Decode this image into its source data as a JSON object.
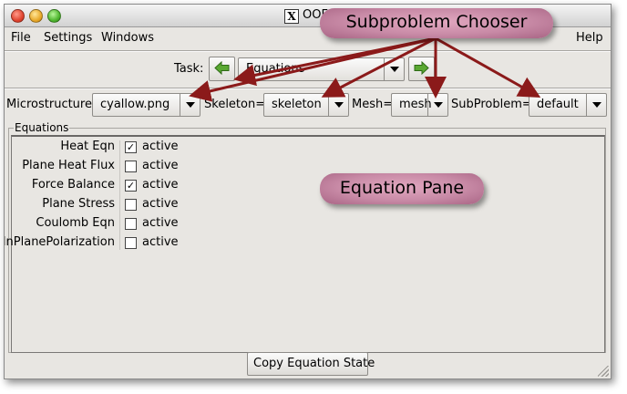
{
  "window": {
    "title": "OOF2"
  },
  "menu": {
    "file": "File",
    "settings": "Settings",
    "windows": "Windows",
    "help": "Help"
  },
  "task": {
    "label": "Task:",
    "value": "Equations"
  },
  "chooser": {
    "microstructure_label": "Microstructure=",
    "microstructure_value": "cyallow.png",
    "skeleton_label": "Skeleton=",
    "skeleton_value": "skeleton",
    "mesh_label": "Mesh=",
    "mesh_value": "mesh",
    "subproblem_label": "SubProblem=",
    "subproblem_value": "default"
  },
  "equations": {
    "frame_title": "Equations",
    "status_label": "active",
    "rows": [
      {
        "name": "Heat Eqn",
        "checked": true
      },
      {
        "name": "Plane Heat Flux",
        "checked": false
      },
      {
        "name": "Force Balance",
        "checked": true
      },
      {
        "name": "Plane Stress",
        "checked": false
      },
      {
        "name": "Coulomb Eqn",
        "checked": false
      },
      {
        "name": "InPlanePolarization",
        "checked": false
      }
    ]
  },
  "buttons": {
    "copy_state": "Copy Equation State"
  },
  "annotations": {
    "subproblem_chooser": "Subproblem Chooser",
    "equation_pane": "Equation Pane",
    "arrow_color": "#8b1a1a"
  }
}
